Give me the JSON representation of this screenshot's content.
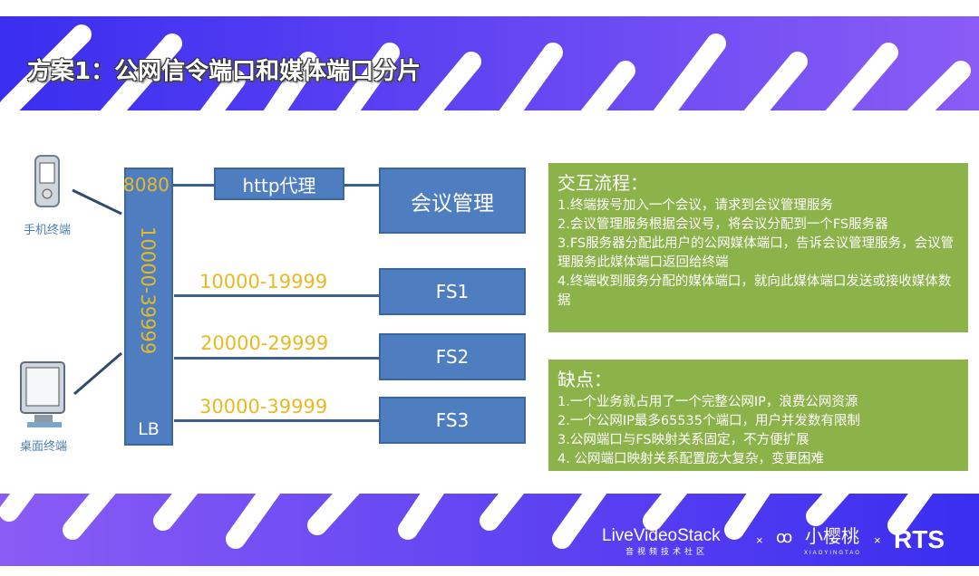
{
  "title": "方案1：公网信令端口和媒体端口分片",
  "diagram": {
    "devices": {
      "mobile": "手机终端",
      "desktop": "桌面终端"
    },
    "lb": {
      "label": "LB",
      "port_top": "8080",
      "port_range": "10000-39999"
    },
    "http_proxy": "http代理",
    "meeting_mgmt": "会议管理",
    "fs": [
      {
        "name": "FS1",
        "ports": "10000-19999"
      },
      {
        "name": "FS2",
        "ports": "20000-29999"
      },
      {
        "name": "FS3",
        "ports": "30000-39999"
      }
    ]
  },
  "flow": {
    "heading": "交互流程：",
    "items": [
      "1.终端拨号加入一个会议，请求到会议管理服务",
      "2.会议管理服务根据会议号，将会议分配到一个FS服务器",
      "3.FS服务器分配此用户的公网媒体端口，告诉会议管理服务，会议管理服务此媒体端口返回给终端",
      "4.终端收到服务分配的媒体端口，就向此媒体端口发送或接收媒体数据"
    ]
  },
  "cons": {
    "heading": "缺点：",
    "items": [
      "1.一个业务就占用了一个完整公网IP，浪费公网资源",
      "2.一个公网IP最多65535个端口，用户并发数有限制",
      "3.公网端口与FS映射关系固定，不方便扩展",
      "4. 公网端口映射关系配置庞大复杂，变更困难"
    ]
  },
  "footer": {
    "logo1": "LiveVideoStack",
    "logo1_sub": "音视频技术社区",
    "sep": "×",
    "logo2": "小樱桃",
    "logo2_sub": "XIAOYINGTAO",
    "logo3": "RTS"
  },
  "colors": {
    "banner_start": "#3a2ef0",
    "banner_end": "#8a5cf5",
    "box": "#4f7ec0",
    "port": "#e8b923",
    "panel": "#8cb24a"
  }
}
